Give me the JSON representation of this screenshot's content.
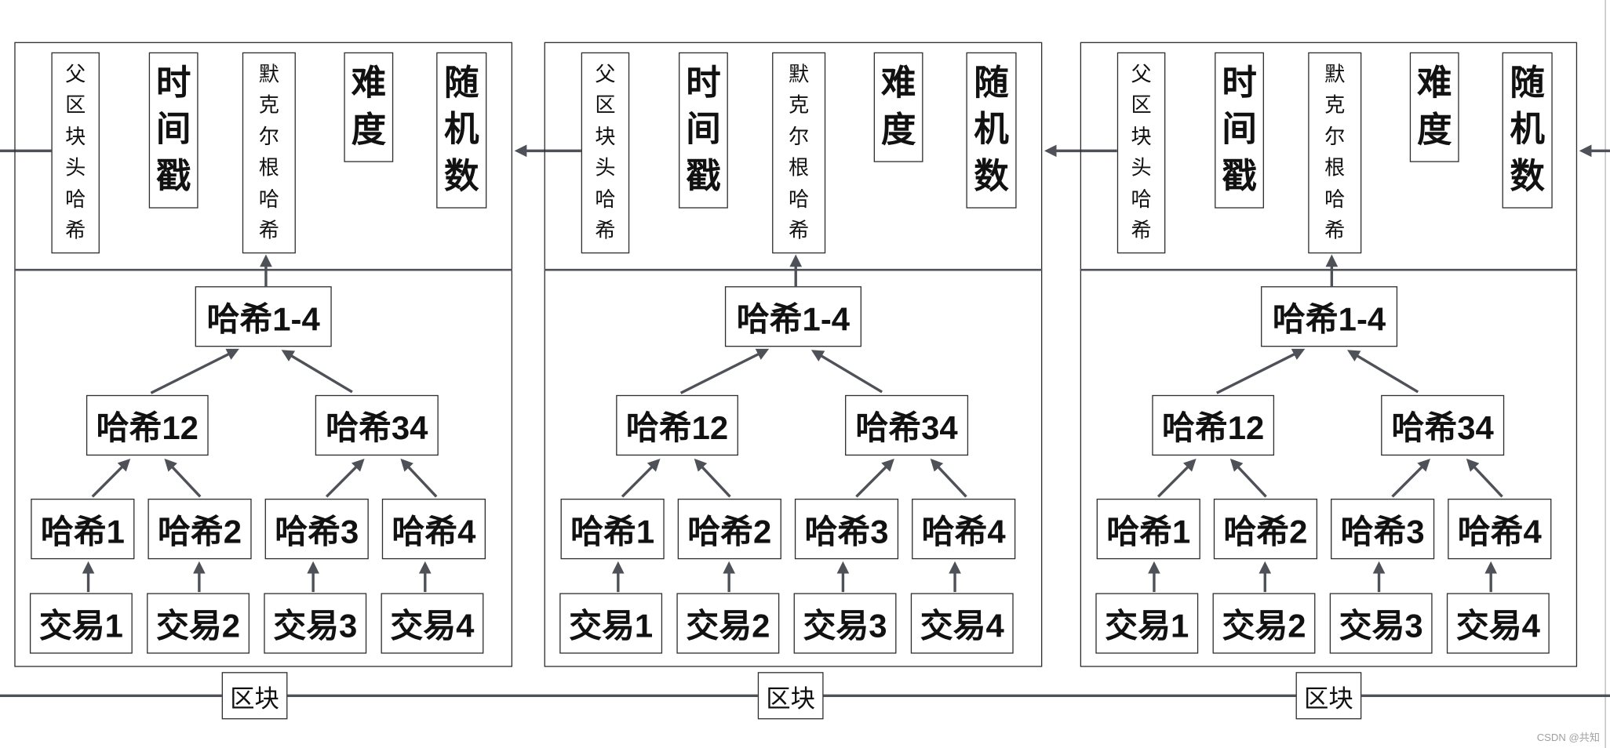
{
  "blocks": [
    {
      "header": {
        "parent_hash": "父区块头哈希",
        "timestamp": "时间戳",
        "merkle_root": "默克尔根哈希",
        "difficulty": "难度",
        "nonce": "随机数"
      },
      "merkle_tree": {
        "root": "哈希1-4",
        "intermediate": [
          "哈希12",
          "哈希34"
        ],
        "leaves": [
          "哈希1",
          "哈希2",
          "哈希3",
          "哈希4"
        ]
      },
      "transactions": [
        "交易1",
        "交易2",
        "交易3",
        "交易4"
      ],
      "label": "区块"
    },
    {
      "header": {
        "parent_hash": "父区块头哈希",
        "timestamp": "时间戳",
        "merkle_root": "默克尔根哈希",
        "difficulty": "难度",
        "nonce": "随机数"
      },
      "merkle_tree": {
        "root": "哈希1-4",
        "intermediate": [
          "哈希12",
          "哈希34"
        ],
        "leaves": [
          "哈希1",
          "哈希2",
          "哈希3",
          "哈希4"
        ]
      },
      "transactions": [
        "交易1",
        "交易2",
        "交易3",
        "交易4"
      ],
      "label": "区块"
    },
    {
      "header": {
        "parent_hash": "父区块头哈希",
        "timestamp": "时间戳",
        "merkle_root": "默克尔根哈希",
        "difficulty": "难度",
        "nonce": "随机数"
      },
      "merkle_tree": {
        "root": "哈希1-4",
        "intermediate": [
          "哈希12",
          "哈希34"
        ],
        "leaves": [
          "哈希1",
          "哈希2",
          "哈希3",
          "哈希4"
        ]
      },
      "transactions": [
        "交易1",
        "交易2",
        "交易3",
        "交易4"
      ],
      "label": "区块"
    }
  ],
  "watermark": "CSDN @共知",
  "colors": {
    "box_border": "#2e2e2e",
    "arrow": "#4e5157",
    "text": "#111111",
    "watermark": "#a0a0a0"
  }
}
